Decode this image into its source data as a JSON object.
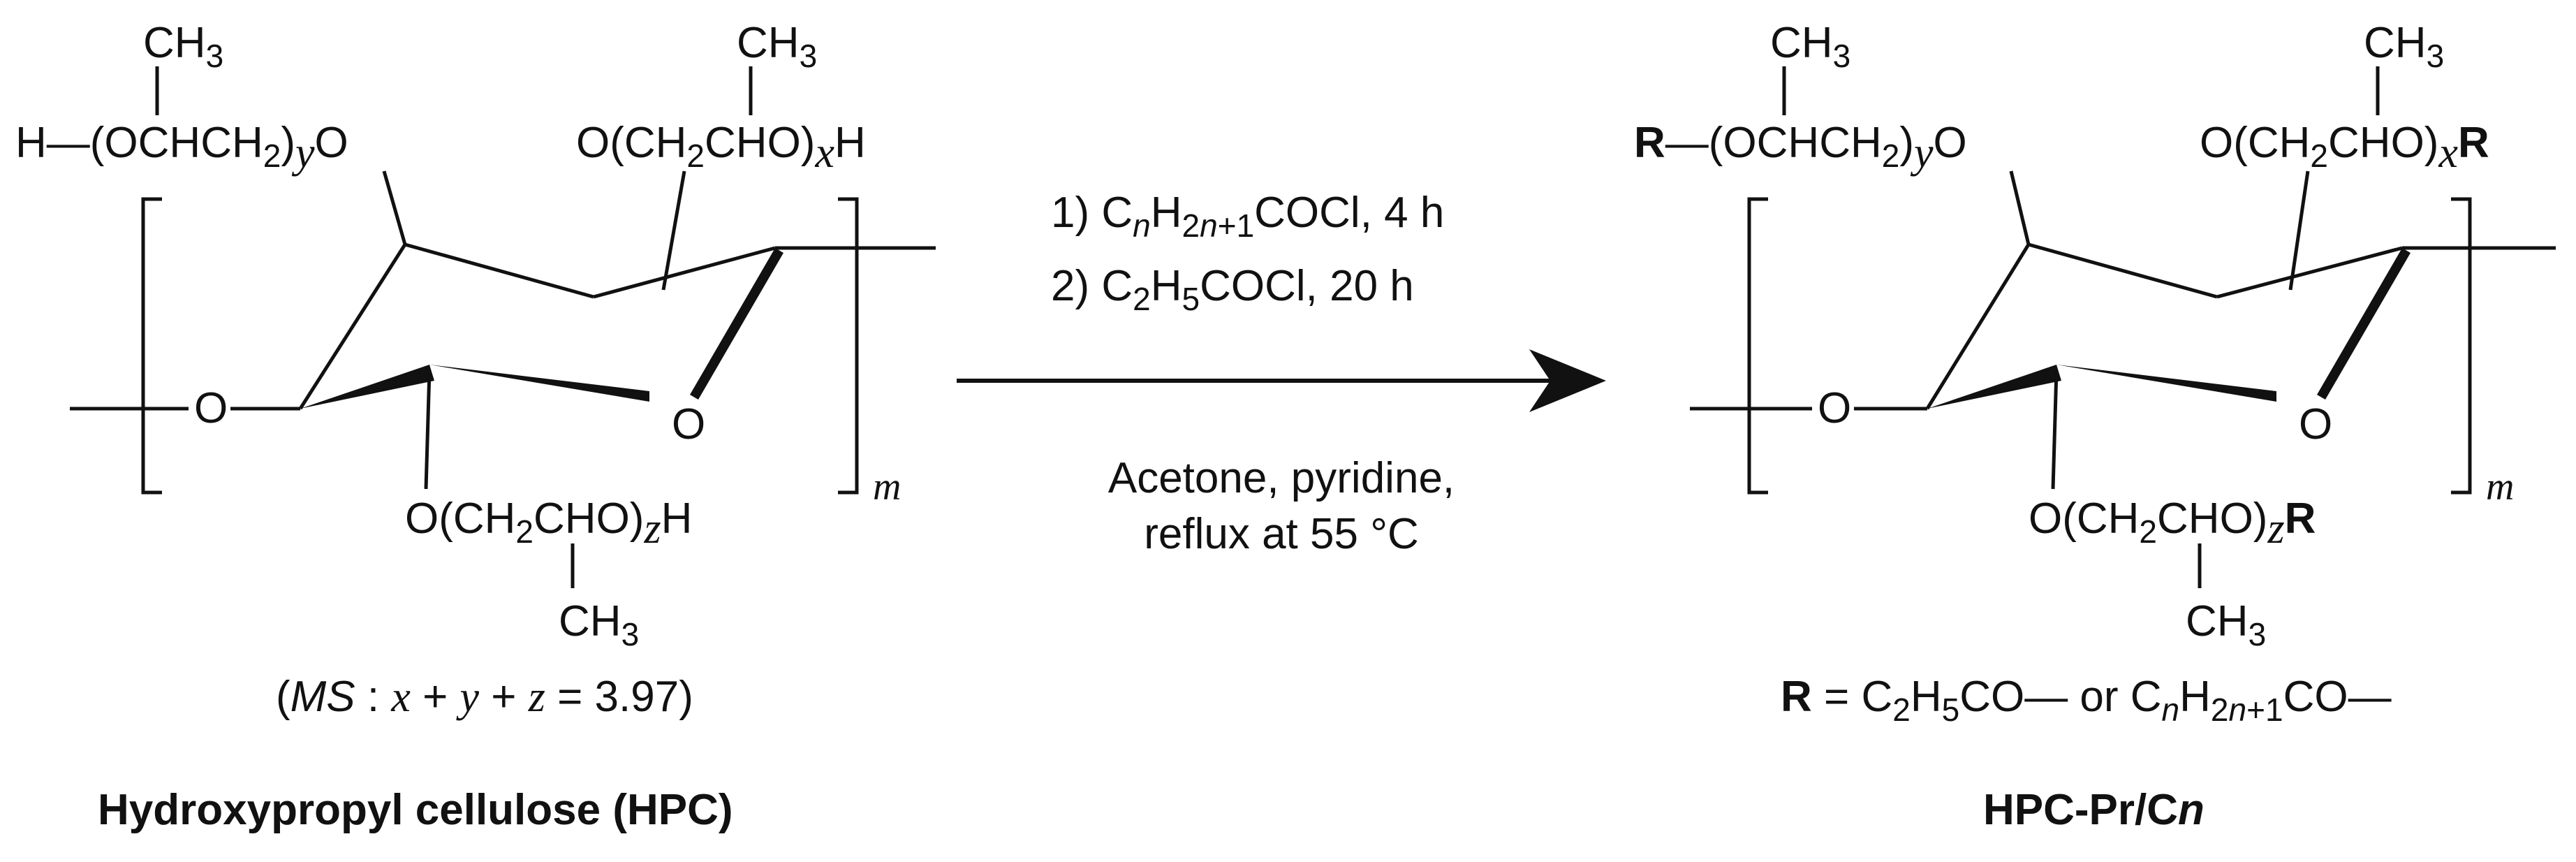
{
  "hpc": {
    "top_left_ch3": "CH3",
    "top_left_chain": "H—(OCHCH2)yO",
    "top_right_ch3": "CH3",
    "top_right_chain": "O(CH2CHO)xH",
    "ring_o_left": "O",
    "ring_o": "O",
    "bottom_chain": "O(CH2CHO)zH",
    "bottom_ch3": "CH3",
    "repeat_m": "m",
    "ms_text": "(MS : x + y + z = 3.97)",
    "name": "Hydroxypropyl cellulose (HPC)"
  },
  "reaction": {
    "step1": "1) CnH2n+1COCl, 4 h",
    "step2": "2) C2H5COCl, 20 h",
    "cond1": "Acetone, pyridine,",
    "cond2": "reflux at 55 °C"
  },
  "product": {
    "top_left_ch3": "CH3",
    "top_left_chain": "R—(OCHCH2)yO",
    "top_right_ch3": "CH3",
    "top_right_chain": "O(CH2CHO)xR",
    "ring_o_left": "O",
    "ring_o": "O",
    "bottom_chain": "O(CH2CHO)zR",
    "bottom_ch3": "CH3",
    "repeat_m": "m",
    "r_def": "R = C2H5CO— or CnH2n+1CO—",
    "name": "HPC-Pr/Cn"
  },
  "colors": {
    "ink": "#111111",
    "background": "#ffffff"
  }
}
